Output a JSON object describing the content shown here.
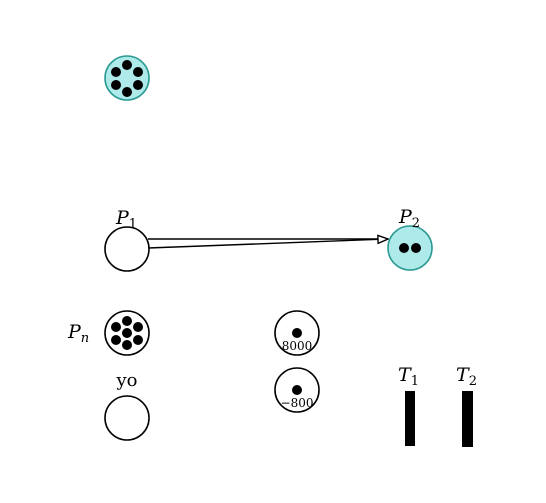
{
  "colors": {
    "highlight_fill": "#afeaea",
    "highlight_stroke": "#2a9a92",
    "plain_fill": "#ffffff",
    "stroke": "#000000",
    "token": "#000000"
  },
  "places": [
    {
      "id": "top",
      "tokens": 6,
      "highlighted": true
    },
    {
      "id": "p1",
      "label_main": "P",
      "label_sub": "1",
      "tokens": 0,
      "highlighted": false
    },
    {
      "id": "p2",
      "label_main": "P",
      "label_sub": "2",
      "tokens": 2,
      "highlighted": true
    },
    {
      "id": "pn",
      "label_main": "P",
      "label_sub": "n",
      "tokens": 7,
      "highlighted": false
    },
    {
      "id": "yo",
      "label": "yo",
      "tokens": 0,
      "highlighted": false
    },
    {
      "id": "w1",
      "tokens": 1,
      "weight": "8000",
      "highlighted": false
    },
    {
      "id": "w2",
      "tokens": 1,
      "weight": "−800",
      "highlighted": false
    }
  ],
  "transitions": [
    {
      "id": "t1",
      "label_main": "T",
      "label_sub": "1"
    },
    {
      "id": "t2",
      "label_main": "T",
      "label_sub": "2"
    }
  ],
  "arcs": [
    {
      "from": "p1",
      "to": "p2",
      "arrow": "open-triangle"
    }
  ]
}
